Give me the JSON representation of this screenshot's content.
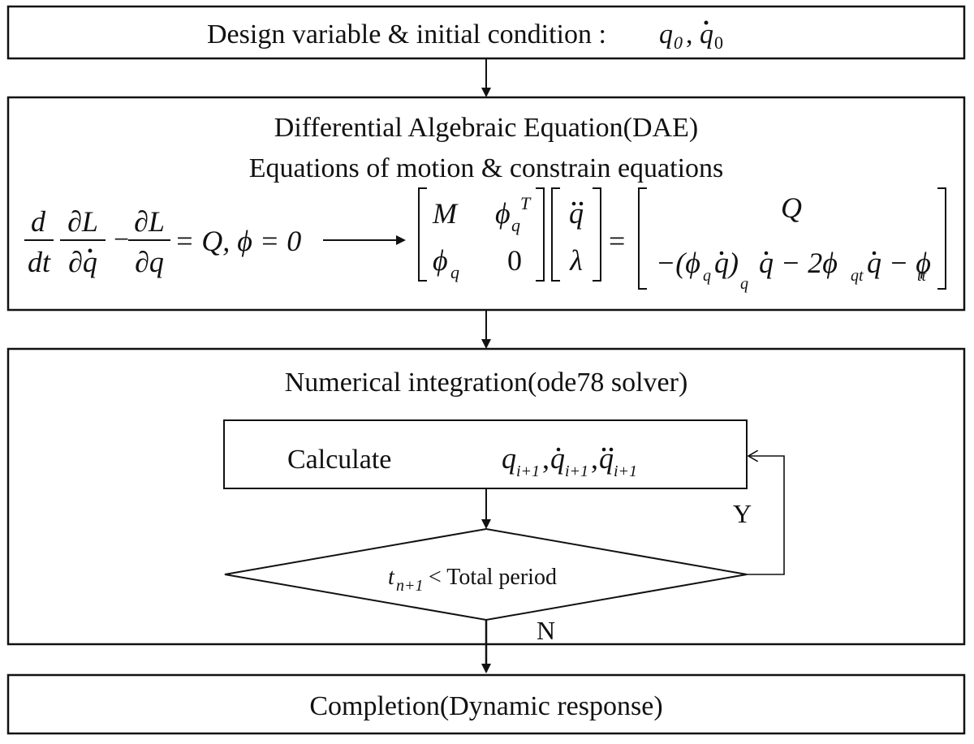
{
  "boxes": {
    "design": {
      "label": "Design variable & initial condition :",
      "vars": "q",
      "vars_sub": "0",
      "vars_dot": "q",
      "vars_dot_sub": "0"
    },
    "dae": {
      "title": "Differential Algebraic Equation(DAE)",
      "subtitle": "Equations of motion & constrain equations",
      "lagrange_d": "d",
      "lagrange_dt": "dt",
      "lagrange_dL": "∂L",
      "lagrange_dqdot": "∂q",
      "lagrange_minus": "−",
      "lagrange_dq": "∂q",
      "lagrange_eq": "= Q,  ϕ = 0",
      "m11": "M",
      "m12": "ϕ",
      "m12_sub": "q",
      "m12_sup": "T",
      "m21": "ϕ",
      "m21_sub": "q",
      "m22": "0",
      "v1": "q",
      "v2": "λ",
      "rhs_eq": "=",
      "rhs1": "Q",
      "rhs2a": "−(ϕ",
      "rhs2a_sub": "q",
      "rhs2b": "q)",
      "rhs2b_sub": "q",
      "rhs2c": "q − 2ϕ",
      "rhs2c_sub": "qt",
      "rhs2d": "q − ϕ",
      "rhs2d_sub": "tt"
    },
    "integration": {
      "title": "Numerical integration(ode78 solver)",
      "calc_label": "Calculate",
      "calc_vars": "q",
      "calc_sub": "i+1",
      "decision_t": "t",
      "decision_sub": "n+1",
      "decision_text": "< Total period",
      "yes_label": "Y",
      "no_label": "N"
    },
    "completion": {
      "label": "Completion(Dynamic  response)"
    }
  }
}
